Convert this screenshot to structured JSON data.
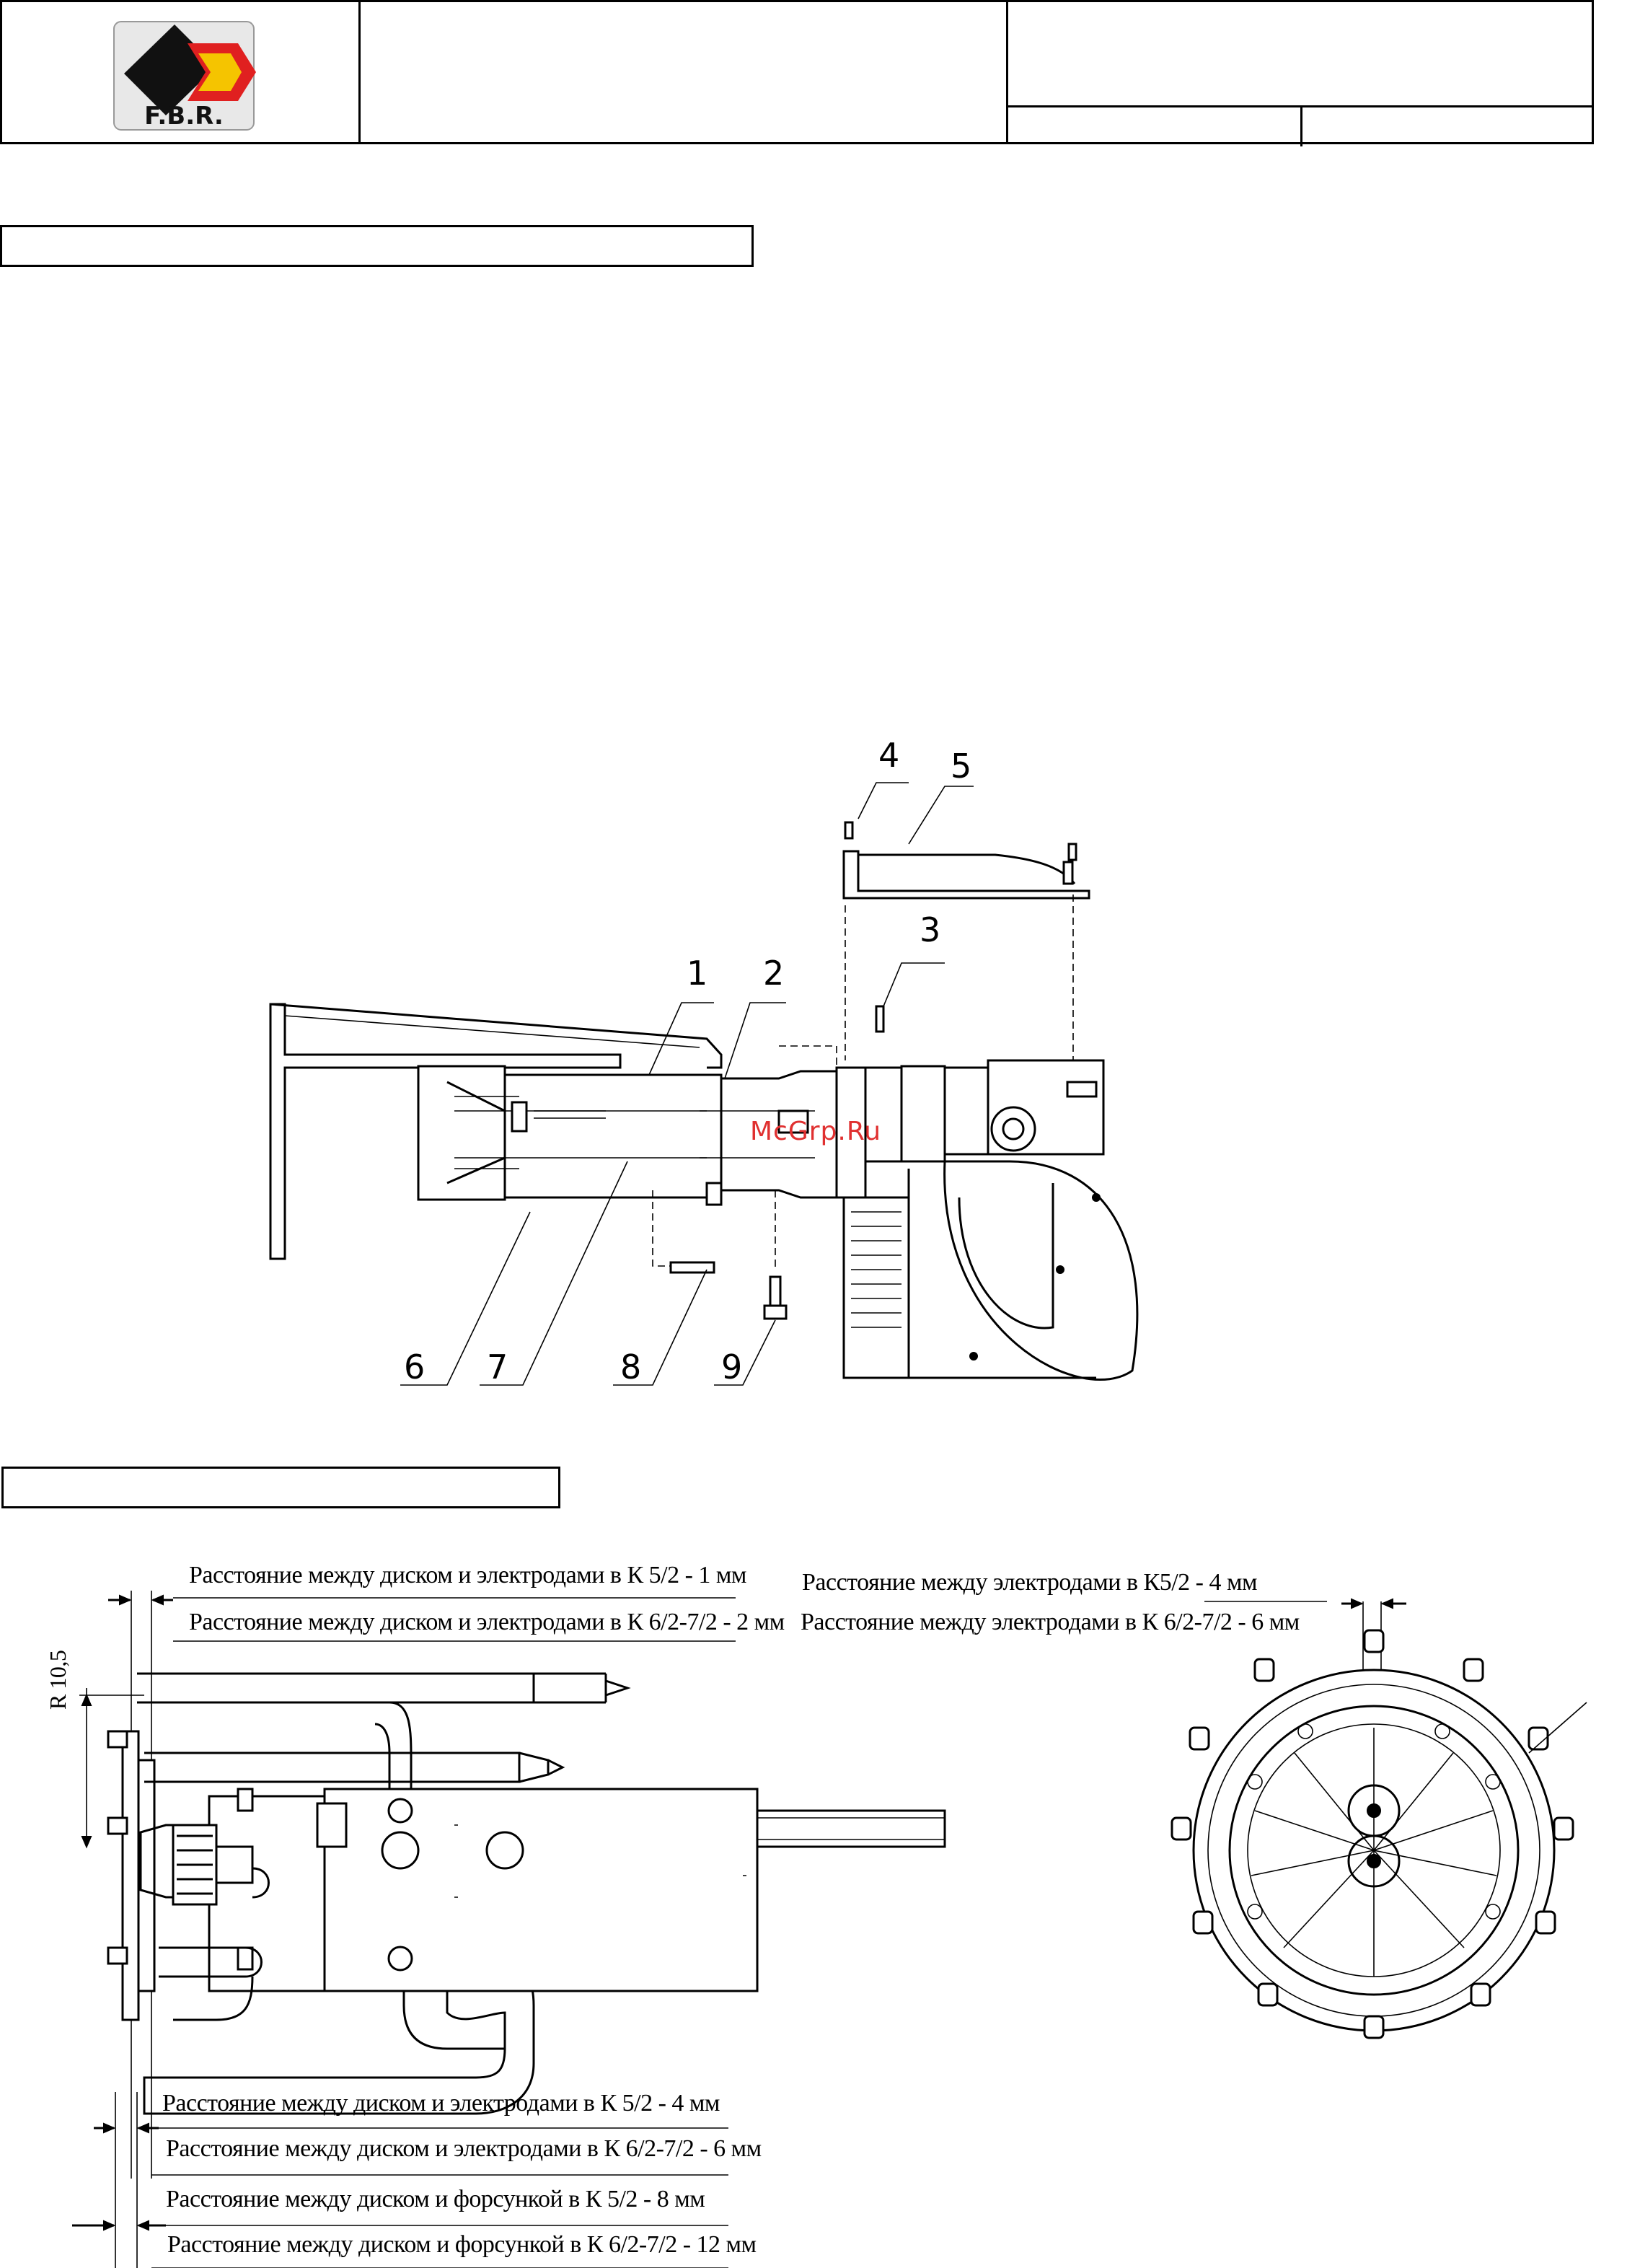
{
  "header": {
    "logo_text": "F.B.R.",
    "title": "",
    "doc_code": "",
    "page_left": "",
    "page_right": ""
  },
  "section1": {
    "heading": ""
  },
  "section2": {
    "heading": ""
  },
  "exploded_view": {
    "callouts": [
      "1",
      "2",
      "3",
      "4",
      "5",
      "6",
      "7",
      "8",
      "9"
    ]
  },
  "watermark": "McGrp.Ru",
  "electrode_view": {
    "radius_label": "R 10,5",
    "top_dims": [
      "Расстояние между диском и электродами в К 5/2 - 1 мм",
      "Расстояние между диском и электродами в К 6/2-7/2 - 2 мм"
    ],
    "bottom_dims": [
      "Расстояние между диском и электродами в К 5/2 - 4 мм",
      "Расстояние между диском и электродами в К 6/2-7/2 - 6 мм",
      "Расстояние между диском и форсункой в К 5/2 - 8 мм",
      "Расстояние между диском и форсункой в К 6/2-7/2 - 12 мм"
    ],
    "right_dims": [
      "Расстояние между электродами в К5/2 - 4 мм",
      "Расстояние между электродами в К 6/2-7/2 - 6 мм"
    ]
  },
  "colors": {
    "logo_red": "#e02020",
    "logo_yellow": "#f5c400",
    "logo_black": "#111111",
    "watermark": "#e03030"
  }
}
